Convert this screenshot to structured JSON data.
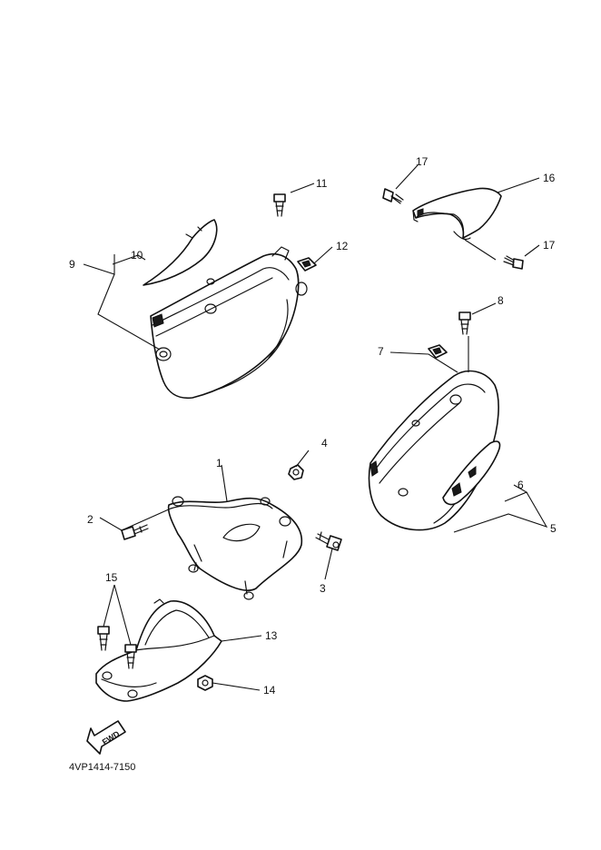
{
  "callouts": {
    "c1": "1",
    "c2": "2",
    "c3": "3",
    "c4": "4",
    "c5": "5",
    "c6": "6",
    "c7": "7",
    "c8": "8",
    "c9": "9",
    "c10": "10",
    "c11": "11",
    "c12": "12",
    "c13": "13",
    "c14": "14",
    "c15": "15",
    "c16": "16",
    "c17a": "17",
    "c17b": "17"
  },
  "direction_label": "FWD",
  "diagram_code": "4VP1414-7150"
}
